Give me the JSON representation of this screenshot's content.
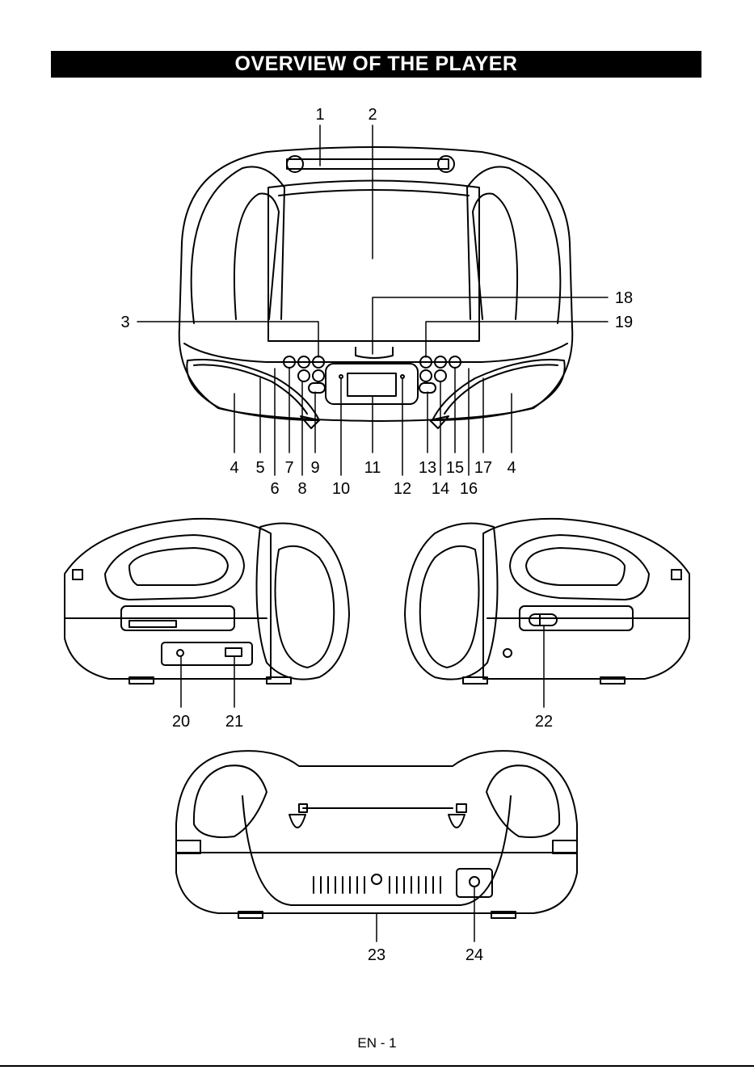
{
  "title": "OVERVIEW OF THE PLAYER",
  "footer": "EN - 1",
  "callouts": {
    "c1": "1",
    "c2": "2",
    "c3": "3",
    "c4a": "4",
    "c4b": "4",
    "c5": "5",
    "c6": "6",
    "c7": "7",
    "c8": "8",
    "c9": "9",
    "c10": "10",
    "c11": "11",
    "c12": "12",
    "c13": "13",
    "c14": "14",
    "c15": "15",
    "c16": "16",
    "c17": "17",
    "c18": "18",
    "c19": "19",
    "c20": "20",
    "c21": "21",
    "c22": "22",
    "c23": "23",
    "c24": "24"
  }
}
